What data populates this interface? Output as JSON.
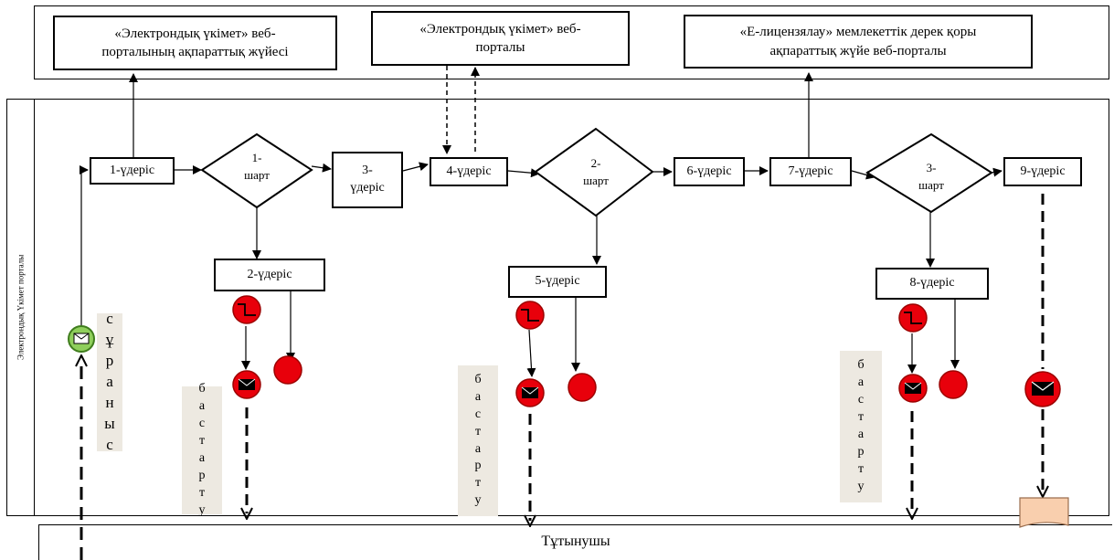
{
  "top_boxes": {
    "eportal_info_system": "«Электрондық үкімет» веб-\nпорталының ақпараттық жүйесі",
    "eportal": "«Электрондық үкімет» веб-\nпорталы",
    "elicense_db": "«Е-лицензялау» мемлекеттік дерек қоры\nақпараттық жүйе веб-порталы"
  },
  "swimlane_label": "Электрондық Үкімет порталы",
  "processes": {
    "p1": "1-үдеріс",
    "p2": "2-үдеріс",
    "p3": "3-\nүдеріс",
    "p4": "4-үдеріс",
    "p5": "5-үдеріс",
    "p6": "6-үдеріс",
    "p7": "7-үдеріс",
    "p8": "8-үдеріс",
    "p9": "9-үдеріс"
  },
  "conditions": {
    "c1": "1-\nшарт",
    "c2": "2-\nшарт",
    "c3": "3-\nшарт"
  },
  "notes": {
    "request": "с\nұ\nр\nа\nн\nы\nс",
    "start1": "б\nа\nс\nт\nа\nр\nт\nу",
    "start2": "б\nа\nс\nт\nа\nр\nт\nу",
    "start3": "б\nа\nс\nт\nа\nр\nт\nу"
  },
  "consumer_label": "Тұтынушы",
  "colors": {
    "event_red": "#e8000b",
    "start_green": "#8fcf5c",
    "note_bg": "#ede9e1",
    "doc_peach": "#f9cfae"
  }
}
